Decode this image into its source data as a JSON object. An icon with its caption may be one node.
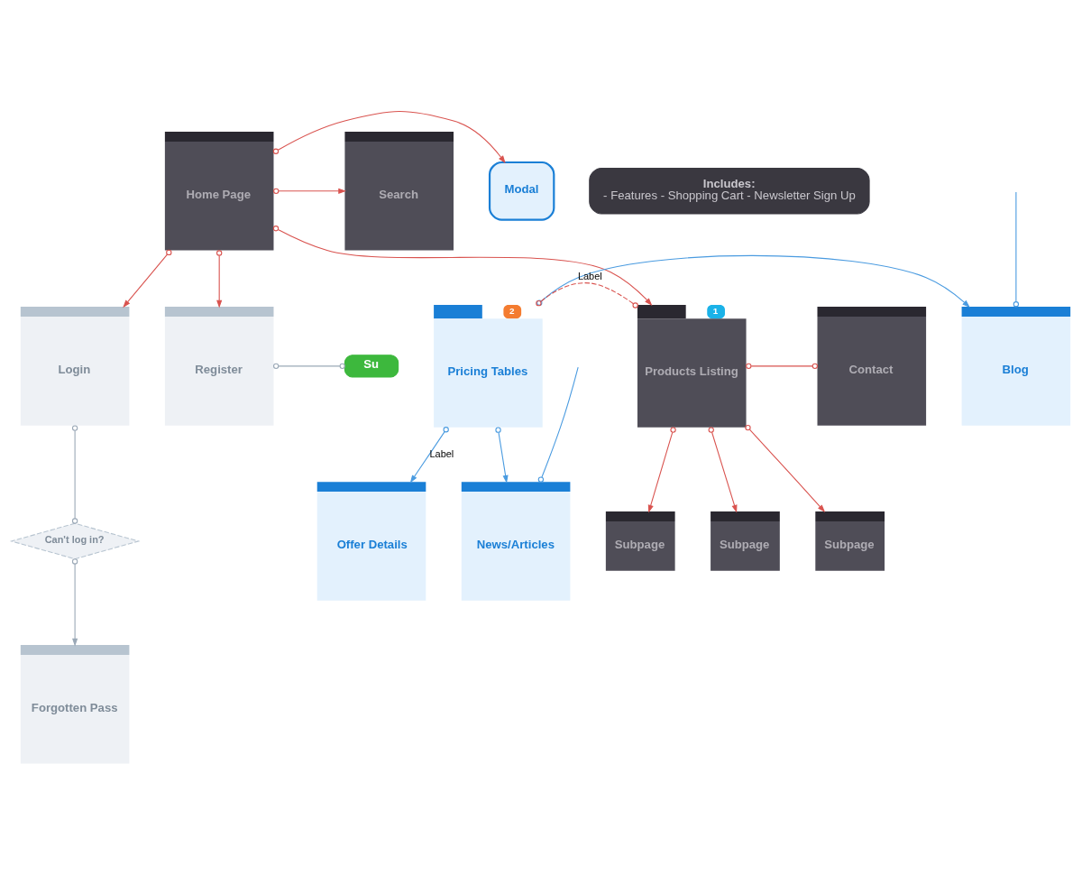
{
  "diagram": {
    "nodes": [
      {
        "text": [
          "Modal"
        ]
      },
      {
        "text": [
          "Home Page"
        ]
      },
      {
        "text": [
          "Search"
        ]
      },
      {
        "text": [
          "Includes:",
          "- Features - Shopping Cart - Newsletter Sign Up"
        ]
      },
      {
        "text": [
          "Blog"
        ]
      },
      {
        "text": [
          "News/Articles"
        ]
      },
      {
        "text": [
          "Pricing Tables"
        ],
        "beside": [
          "2"
        ]
      },
      {
        "text": [
          "Products Listing"
        ],
        "beside": [
          "1"
        ]
      },
      {
        "text": [
          "Contact"
        ]
      },
      {
        "text": [
          "Login"
        ]
      },
      {
        "text": [
          "Register"
        ]
      },
      {
        "text": [
          "Su"
        ]
      },
      {
        "text": [
          "Offer Details"
        ]
      },
      {
        "text": [
          "Subpage"
        ]
      },
      {
        "text": [
          "Can't log in?"
        ]
      },
      {
        "text": [
          "Subpage"
        ]
      },
      {
        "text": [
          "Forgotten Pass"
        ]
      },
      {
        "text": [
          "Subpage"
        ]
      }
    ],
    "edges": [
      {
        "from": 1,
        "to": 0,
        "arrow": "to"
      },
      {
        "from": 1,
        "to": 2,
        "arrow": "to"
      },
      {
        "from": 1,
        "to": 7,
        "arrow": "to"
      },
      {
        "from": 1,
        "to": 9,
        "arrow": "to"
      },
      {
        "from": 1,
        "to": 10,
        "arrow": "to"
      },
      {
        "from": null,
        "to": 4,
        "arrow": "other",
        "color": "#4a9be0"
      },
      {
        "from": null,
        "to": 5,
        "arrow": "other",
        "color": "#4a9be0"
      },
      {
        "from": 6,
        "to": 4,
        "arrow": "to",
        "color": "#4a9be0"
      },
      {
        "from": 6,
        "to": 5,
        "arrow": "to",
        "color": "#4a9be0"
      },
      {
        "from": 6,
        "to": 12,
        "arrow": "to",
        "label": "Label",
        "color": "#4a9be0"
      },
      {
        "from": 6,
        "to": 7,
        "arrow": "other",
        "label": "Label",
        "style": "dashed"
      },
      {
        "from": 7,
        "to": 8,
        "arrow": "other"
      },
      {
        "from": 7,
        "to": 13,
        "arrow": "to"
      },
      {
        "from": 7,
        "to": 15,
        "arrow": "to"
      },
      {
        "from": 7,
        "to": 17,
        "arrow": "to"
      },
      {
        "from": 9,
        "to": 14,
        "arrow": "other",
        "color": "#9aa8b6"
      },
      {
        "from": 14,
        "to": 16,
        "arrow": "to",
        "color": "#9aa8b6"
      },
      {
        "from": 10,
        "to": 11,
        "arrow": "other",
        "color": "#9aa8b6"
      }
    ]
  }
}
